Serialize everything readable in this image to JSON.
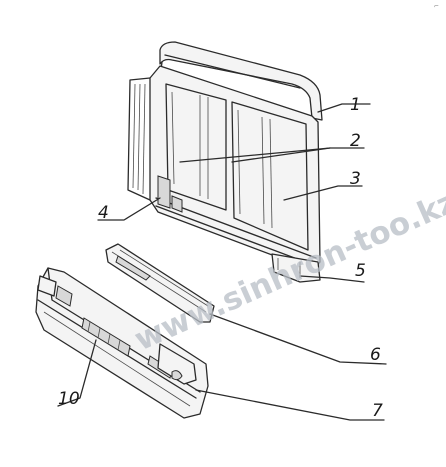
{
  "diagram": {
    "callouts": [
      {
        "id": "1",
        "label": "1"
      },
      {
        "id": "2",
        "label": "2"
      },
      {
        "id": "3",
        "label": "3"
      },
      {
        "id": "4",
        "label": "4"
      },
      {
        "id": "5",
        "label": "5"
      },
      {
        "id": "6",
        "label": "6"
      },
      {
        "id": "7",
        "label": "7"
      },
      {
        "id": "10",
        "label": "10"
      }
    ],
    "watermark": "www.sinhron-too.kz",
    "corner_mark": "⌐"
  }
}
